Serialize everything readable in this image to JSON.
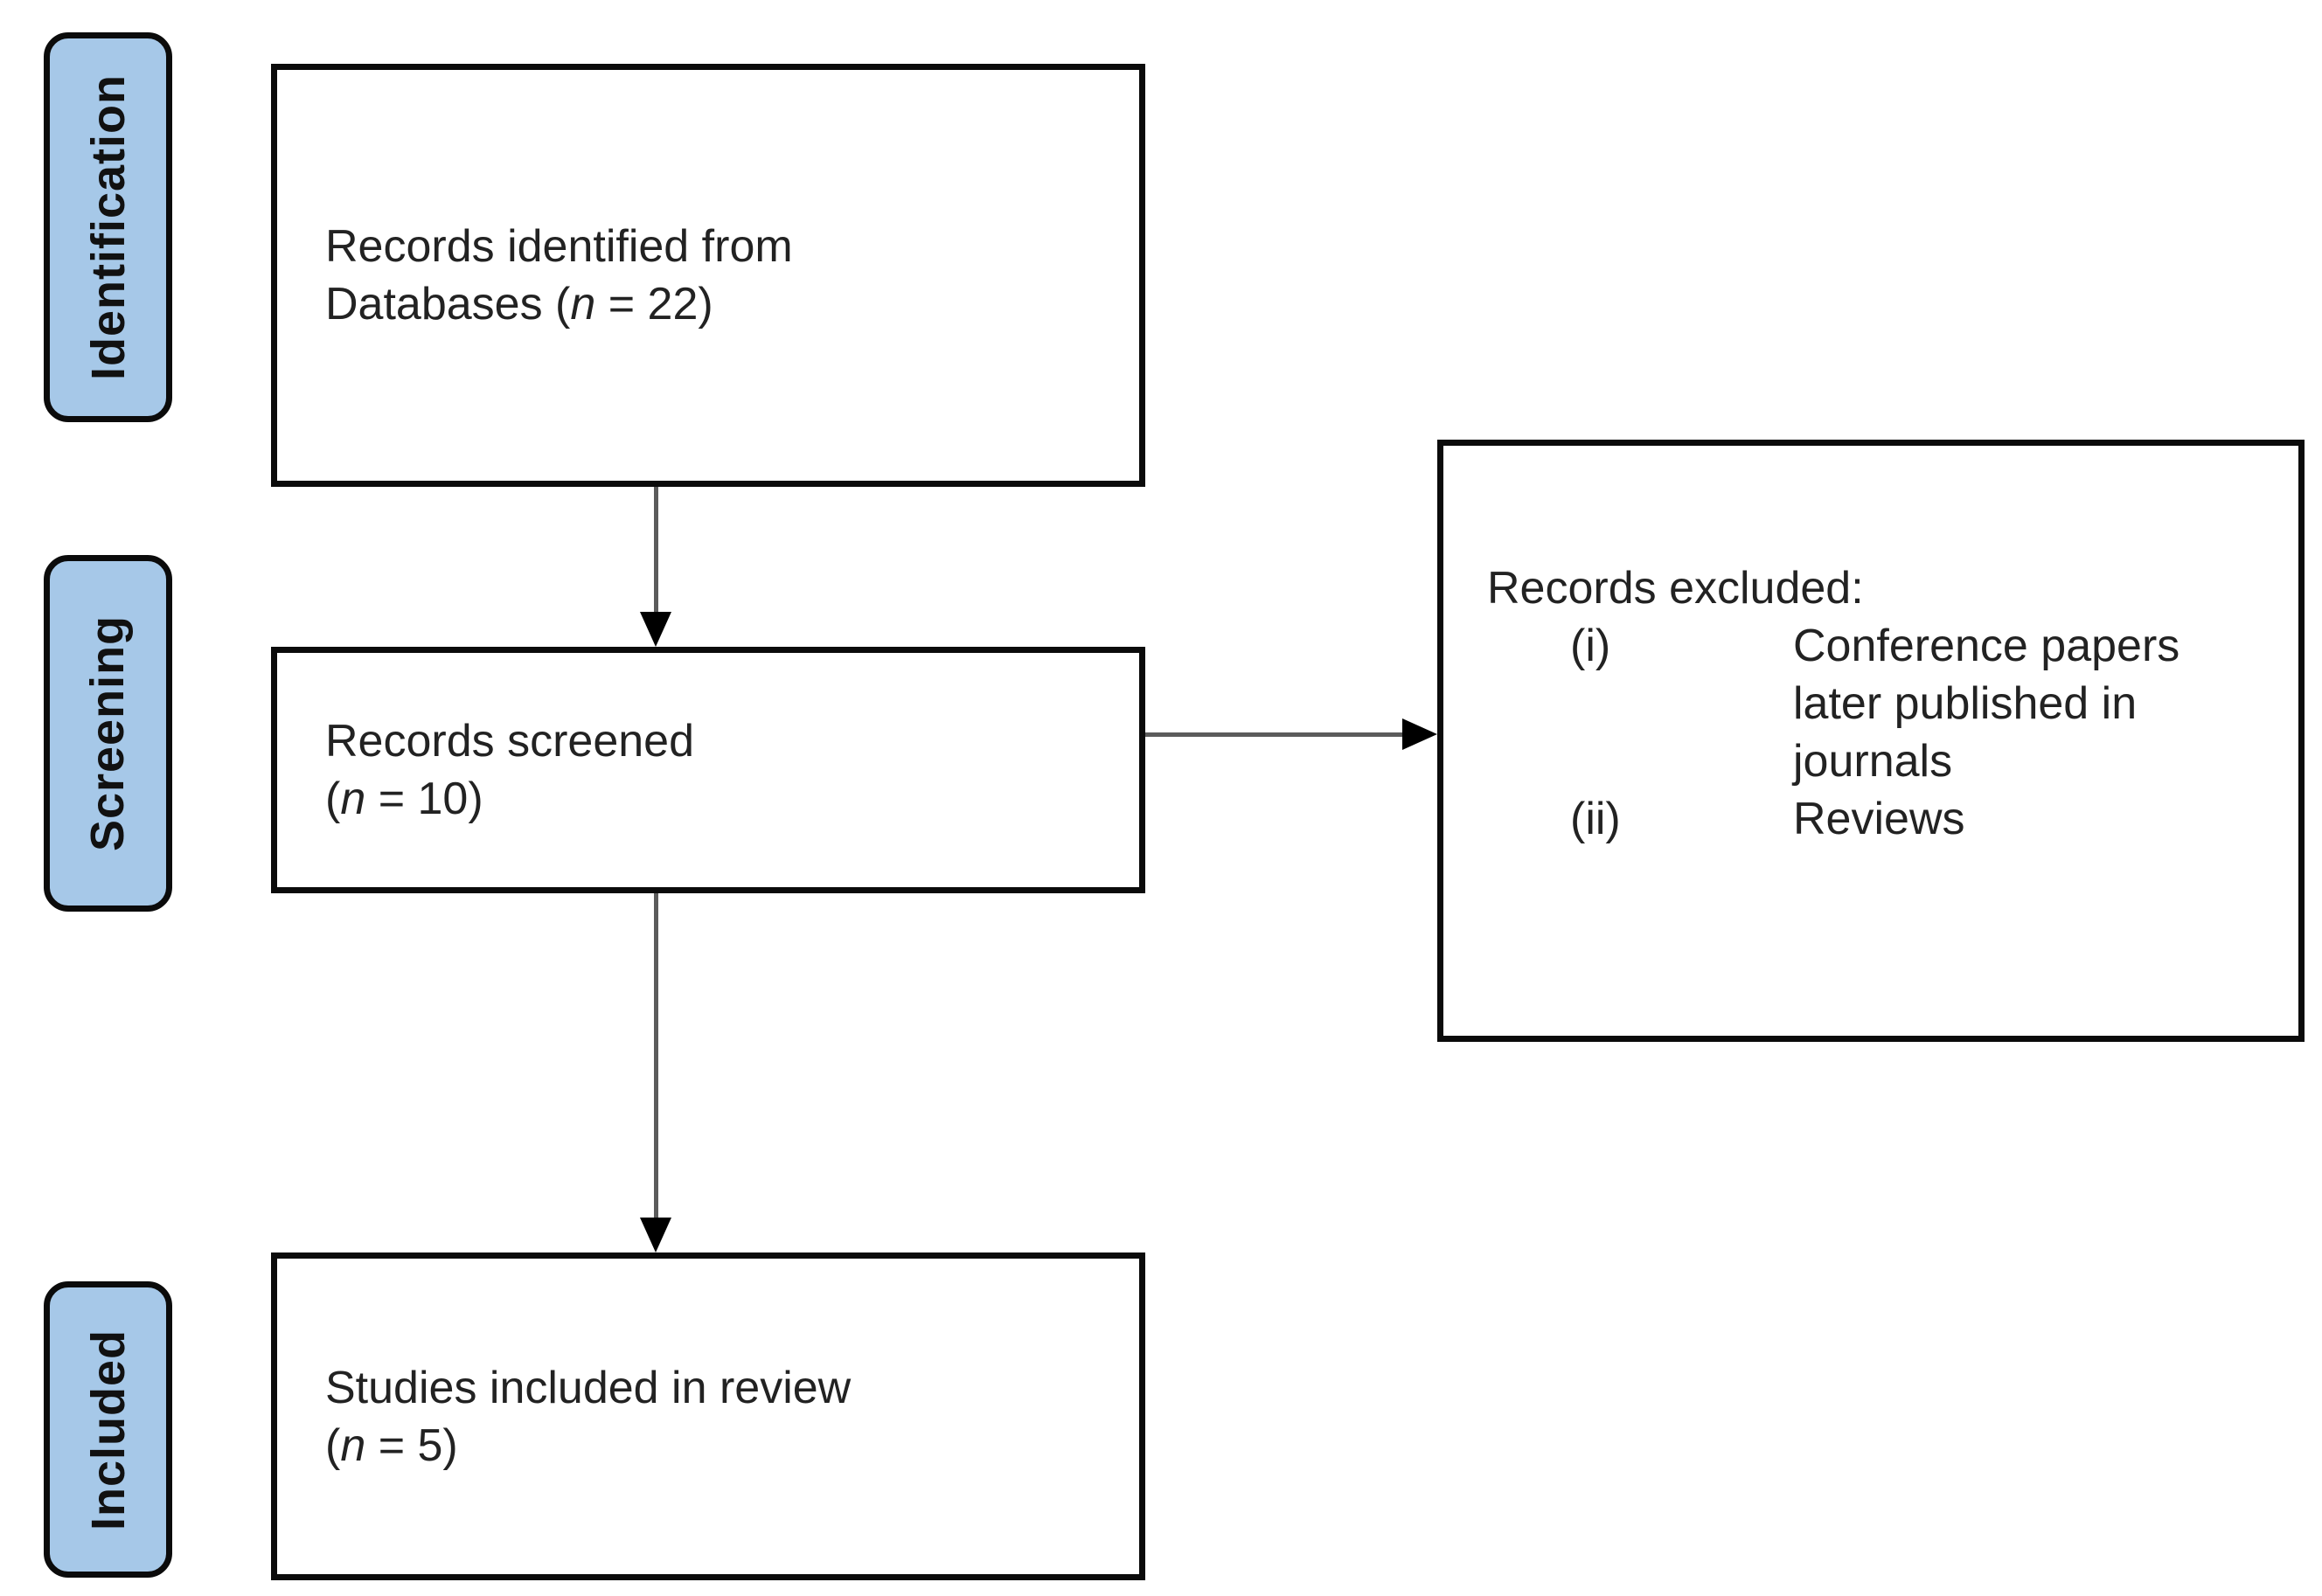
{
  "colors": {
    "stage_fill": "#A6C8E8",
    "box_border": "#0B0B0B",
    "arrow_shaft": "#5B5B5B",
    "arrow_head": "#000000",
    "text": "#222222",
    "background": "#FFFFFF"
  },
  "stages": [
    {
      "label": "Identification"
    },
    {
      "label": "Screening"
    },
    {
      "label": "Included"
    }
  ],
  "flow_boxes": [
    {
      "line1": "Records identified from",
      "stat_prefix": "Databases (",
      "stat_var": "n",
      "stat_suffix": " = 22)"
    },
    {
      "line1": "Records screened",
      "stat_prefix": "(",
      "stat_var": "n",
      "stat_suffix": " = 10)"
    },
    {
      "line1": "Studies included in review",
      "stat_prefix": "(",
      "stat_var": "n",
      "stat_suffix": " = 5)"
    }
  ],
  "excluded_box": {
    "title": "Records excluded:",
    "items": [
      {
        "marker": "(i)",
        "text": "Conference papers later published in journals"
      },
      {
        "marker": "(ii)",
        "text": "Reviews"
      }
    ]
  }
}
